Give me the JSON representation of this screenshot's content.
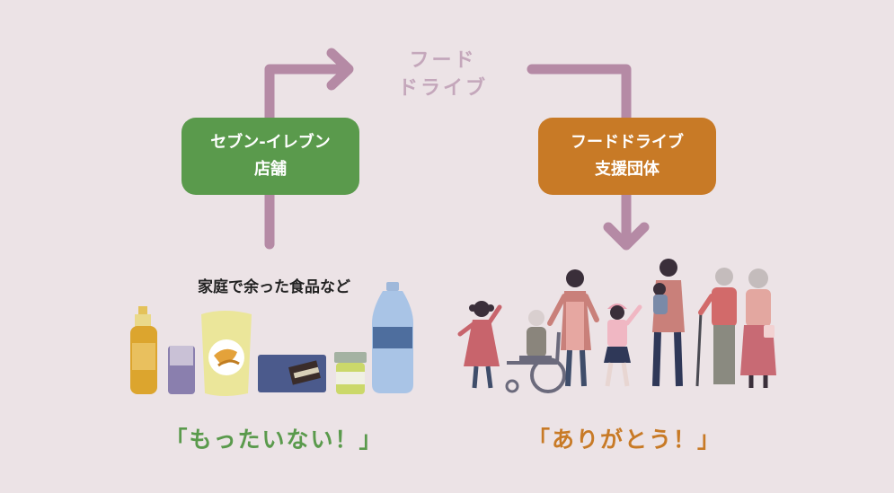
{
  "flow": {
    "label_line1": "フード",
    "label_line2": "ドライブ"
  },
  "store_box": {
    "line1": "セブン-イレブン",
    "line2": "店舗",
    "color": "#5a9a4c"
  },
  "support_box": {
    "line1": "フードドライブ",
    "line2": "支援団体",
    "color": "#c87a26"
  },
  "goods": {
    "caption": "家庭で余った食品など"
  },
  "quotes": {
    "left": "「もったいない！」",
    "right": "「ありがとう！」"
  },
  "colors": {
    "background": "#ece3e6",
    "arrow": "#b58aa5"
  }
}
